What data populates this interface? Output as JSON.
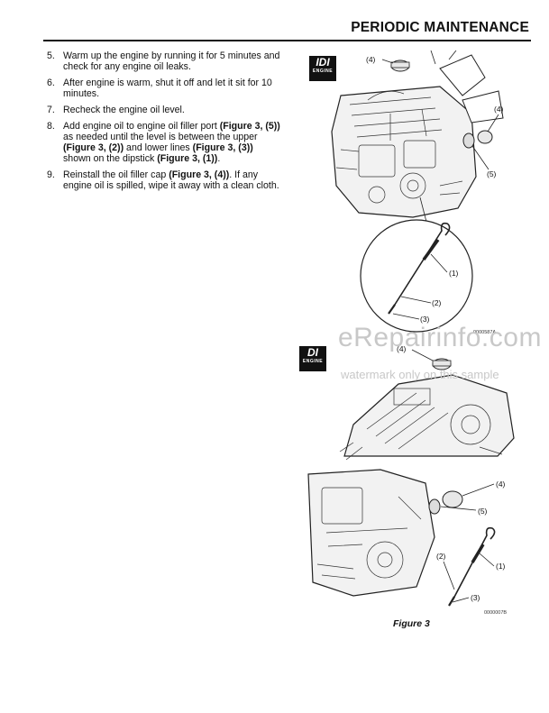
{
  "header": {
    "title": "PERIODIC MAINTENANCE"
  },
  "steps": [
    {
      "num": "5.",
      "parts": [
        {
          "t": "Warm up the engine by running it for 5 minutes and check for any engine oil leaks."
        }
      ]
    },
    {
      "num": "6.",
      "parts": [
        {
          "t": "After engine is warm, shut it off and let it sit for 10 minutes."
        }
      ]
    },
    {
      "num": "7.",
      "parts": [
        {
          "t": "Recheck the engine oil level."
        }
      ]
    },
    {
      "num": "8.",
      "parts": [
        {
          "t": "Add engine oil to engine oil filler port "
        },
        {
          "t": "(Figure 3, (5))",
          "b": true
        },
        {
          "t": " as needed until the level is between the upper "
        },
        {
          "t": "(Figure 3, (2))",
          "b": true
        },
        {
          "t": " and lower lines "
        },
        {
          "t": "(Figure 3, (3))",
          "b": true
        },
        {
          "t": " shown on the dipstick "
        },
        {
          "t": "(Figure 3, (1))",
          "b": true
        },
        {
          "t": "."
        }
      ]
    },
    {
      "num": "9.",
      "parts": [
        {
          "t": "Reinstall the oil filler cap "
        },
        {
          "t": "(Figure 3, (4))",
          "b": true
        },
        {
          "t": ". If any engine oil is spilled, wipe it away with a clean cloth."
        }
      ]
    }
  ],
  "figure": {
    "caption": "Figure 3",
    "badge_idi": {
      "text": "IDI",
      "sub": "ENGINE"
    },
    "badge_di": {
      "text": "DI",
      "sub": "ENGINE"
    },
    "code_a": "0000587A",
    "code_b": "0000007B",
    "callouts": {
      "c1": "(1)",
      "c2": "(2)",
      "c3": "(3)",
      "c4": "(4)",
      "c5": "(5)"
    }
  },
  "watermark": {
    "line1": "eRepairinfo.com",
    "line2": "watermark only on this sample"
  }
}
